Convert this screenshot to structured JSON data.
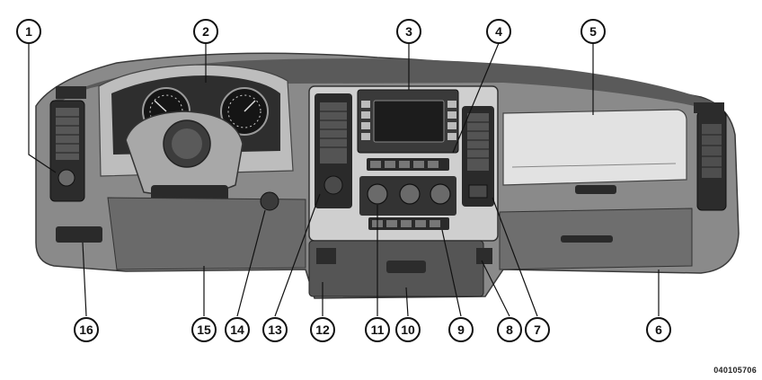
{
  "figure": {
    "code": "040105706"
  },
  "callouts": [
    {
      "id": "1",
      "label": "1"
    },
    {
      "id": "2",
      "label": "2"
    },
    {
      "id": "3",
      "label": "3"
    },
    {
      "id": "4",
      "label": "4"
    },
    {
      "id": "5",
      "label": "5"
    },
    {
      "id": "6",
      "label": "6"
    },
    {
      "id": "7",
      "label": "7"
    },
    {
      "id": "8",
      "label": "8"
    },
    {
      "id": "9",
      "label": "9"
    },
    {
      "id": "10",
      "label": "10"
    },
    {
      "id": "11",
      "label": "11"
    },
    {
      "id": "12",
      "label": "12"
    },
    {
      "id": "13",
      "label": "13"
    },
    {
      "id": "14",
      "label": "14"
    },
    {
      "id": "15",
      "label": "15"
    },
    {
      "id": "16",
      "label": "16"
    }
  ],
  "colors": {
    "dash_dark": "#4a4a4a",
    "dash_mid": "#7c7c7c",
    "dash_light": "#c8c8c8",
    "panel_light": "#e3e3e3",
    "line": "#111111"
  }
}
